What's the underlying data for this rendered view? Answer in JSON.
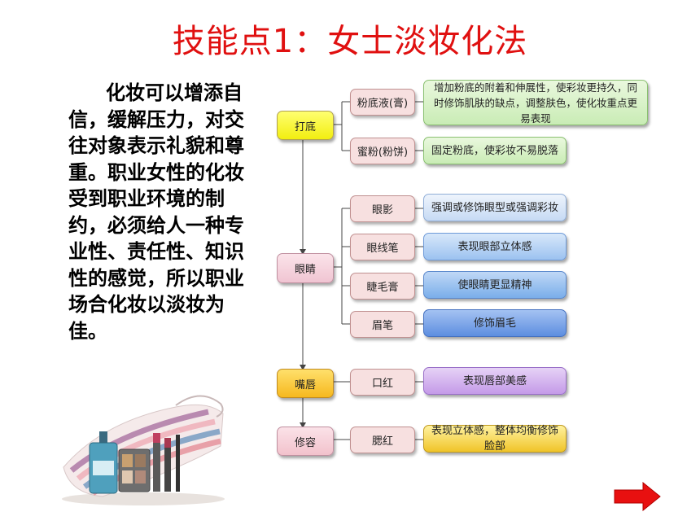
{
  "title": "技能点1：女士淡妆化法",
  "intro": "化妆可以增添自信，缓解压力，对交往对象表示礼貌和尊重。职业女性的化妆受到职业环境的制约，必须给人一种专业性、责任性、知识性的感觉，所以职业场合化妆以淡妆为佳。",
  "diagram": {
    "categories": [
      {
        "label": "打底",
        "items": [
          {
            "label": "粉底液(膏)",
            "desc": "增加粉底的附着和伸展性，使彩妆更持久，同时修饰肌肤的缺点，调整肤色，使化妆重点更易表现"
          },
          {
            "label": "蜜粉(粉饼)",
            "desc": "固定粉底，使彩妆不易脱落"
          }
        ]
      },
      {
        "label": "眼睛",
        "items": [
          {
            "label": "眼影",
            "desc": "强调或修饰眼型或强调彩妆"
          },
          {
            "label": "眼线笔",
            "desc": "表现眼部立体感"
          },
          {
            "label": "睫毛膏",
            "desc": "使眼睛更显精神"
          },
          {
            "label": "眉笔",
            "desc": "修饰眉毛"
          }
        ]
      },
      {
        "label": "嘴唇",
        "items": [
          {
            "label": "口红",
            "desc": "表现唇部美感"
          }
        ]
      },
      {
        "label": "修容",
        "items": [
          {
            "label": "腮红",
            "desc": "表现立体感，整体均衡修饰脸部"
          }
        ]
      }
    ]
  },
  "colors": {
    "title": "#e01010",
    "next_arrow": "#e81010"
  },
  "icons": {
    "next": "right-arrow-icon",
    "decor": "cosmetics-illustration"
  }
}
